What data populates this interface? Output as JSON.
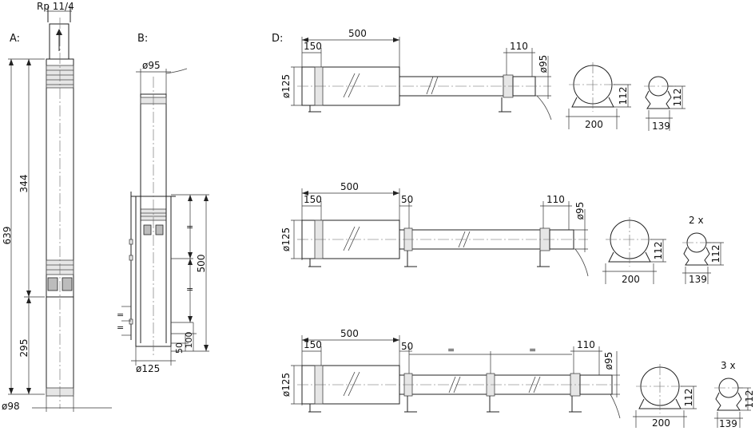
{
  "labels": {
    "a": "A:",
    "b": "B:",
    "d": "D:"
  },
  "view_a": {
    "thread": "Rp 11/4",
    "height_total": "639",
    "height_upper": "344",
    "height_lower": "295",
    "diameter": "ø98"
  },
  "view_b": {
    "top_diameter": "ø95",
    "bottom_diameter": "ø125",
    "height": "500",
    "offset_100": "100",
    "offset_50": "50"
  },
  "view_d": {
    "row1": {
      "d125": "ø125",
      "l500": "500",
      "l150": "150",
      "l110": "110",
      "d95": "ø95",
      "w200": "200",
      "h112a": "112",
      "w139": "139",
      "h112b": "112"
    },
    "row2": {
      "d125": "ø125",
      "l500": "500",
      "l150": "150",
      "l50": "50",
      "l110": "110",
      "d95": "ø95",
      "w200": "200",
      "h112a": "112",
      "w139": "139",
      "h112b": "112",
      "qty": "2 x"
    },
    "row3": {
      "d125": "ø125",
      "l500": "500",
      "l150": "150",
      "l50": "50",
      "l110": "110",
      "d95": "ø95",
      "w200": "200",
      "h112a": "112",
      "w139": "139",
      "h112b": "112",
      "qty": "3 x"
    }
  }
}
